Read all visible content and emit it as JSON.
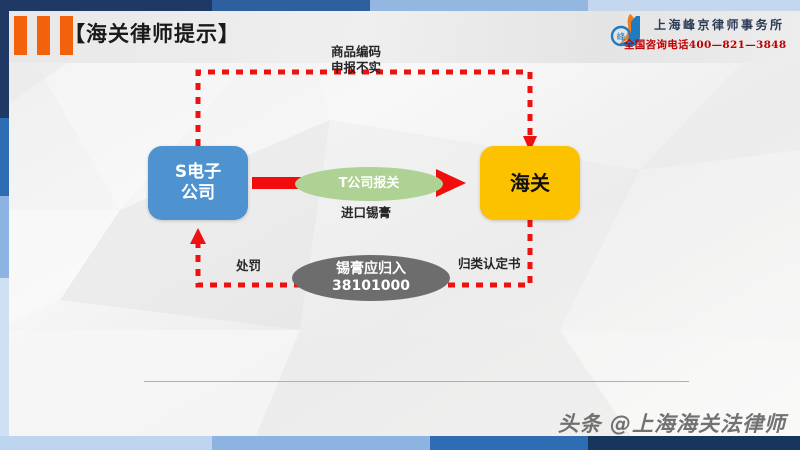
{
  "header": {
    "title": "【海关律师提示】",
    "tick_count": 3,
    "tick_color": "#f4610c"
  },
  "logo": {
    "icon": "law-firm-logo-icon",
    "firm_name": "上海峰京律师事务所",
    "phone_line": "全国咨询电话400—821—3848",
    "phone_color": "#c00000"
  },
  "diagram": {
    "nodes": [
      {
        "id": "s-company",
        "label": "S电子\n公司",
        "line1": "S电子",
        "line2": "公司",
        "color": "#4e93d0"
      },
      {
        "id": "customs",
        "label": "海关",
        "color": "#fcc200"
      }
    ],
    "ellipses": [
      {
        "id": "t-declaration",
        "label": "T公司报关",
        "color": "#aed194"
      },
      {
        "id": "classification",
        "line1": "锡膏应归入",
        "line2": "38101000",
        "color": "#6d6d6d"
      }
    ],
    "captions": {
      "top_misdeclaration_line1": "商品编码",
      "top_misdeclaration_line2": "申报不实",
      "import_goods": "进口锡膏",
      "penalty": "处罚",
      "classification_ruling": "归类认定书"
    },
    "arrow_color": "#ee1111",
    "dashed_color": "#ee1111"
  },
  "watermark": {
    "text": "头条 @上海海关法律师"
  },
  "decor": {
    "topbar_colors": [
      "#1f3864",
      "#2e5f9e",
      "#93b7e0",
      "#c4d7ee"
    ],
    "bottombar_colors": [
      "#bdd5ef",
      "#8db3e2",
      "#2e6db4",
      "#17365d"
    ],
    "leftbar_colors": [
      "#1f3864",
      "#2e6db4",
      "#8db3e2",
      "#cfe0f2"
    ]
  }
}
